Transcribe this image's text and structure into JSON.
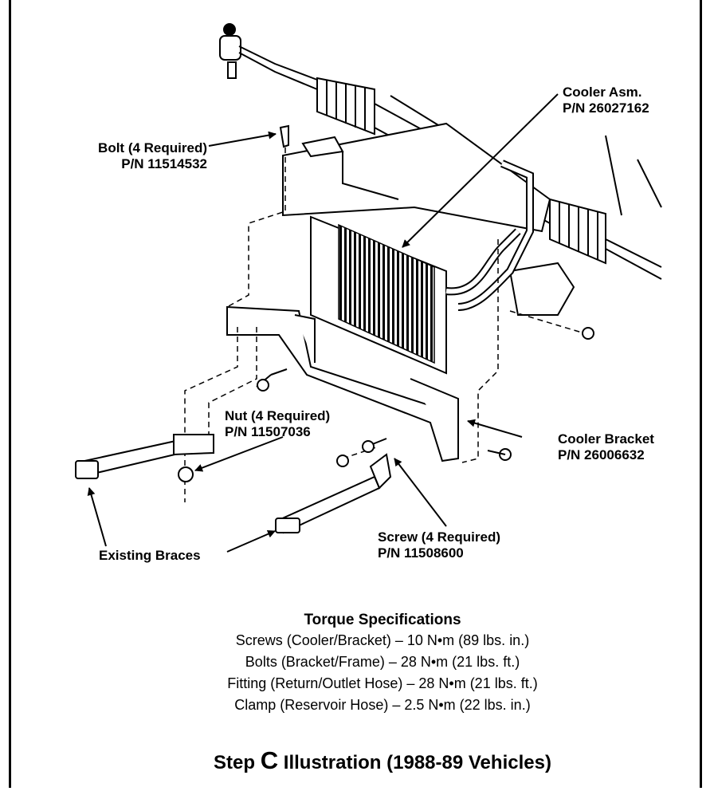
{
  "labels": {
    "cooler_asm": [
      "Cooler Asm.",
      "P/N 26027162"
    ],
    "bolt": [
      "Bolt (4 Required)",
      "P/N 11514532"
    ],
    "nut": [
      "Nut (4 Required)",
      "P/N 11507036"
    ],
    "cooler_bracket": [
      "Cooler Bracket",
      "P/N 26006632"
    ],
    "screw": [
      "Screw (4 Required)",
      "P/N 11508600"
    ],
    "existing_braces": "Existing Braces"
  },
  "torque": {
    "heading": "Torque Specifications",
    "lines": [
      "Screws (Cooler/Bracket) – 10 N•m (89 lbs. in.)",
      "Bolts (Bracket/Frame) – 28 N•m (21 lbs. ft.)",
      "Fitting (Return/Outlet Hose) – 28 N•m (21 lbs. ft.)",
      "Clamp (Reservoir Hose) – 2.5 N•m (22 lbs. in.)"
    ]
  },
  "caption": {
    "prefix": "Step",
    "letter": "C",
    "rest": "Illustration (1988-89 Vehicles)"
  }
}
